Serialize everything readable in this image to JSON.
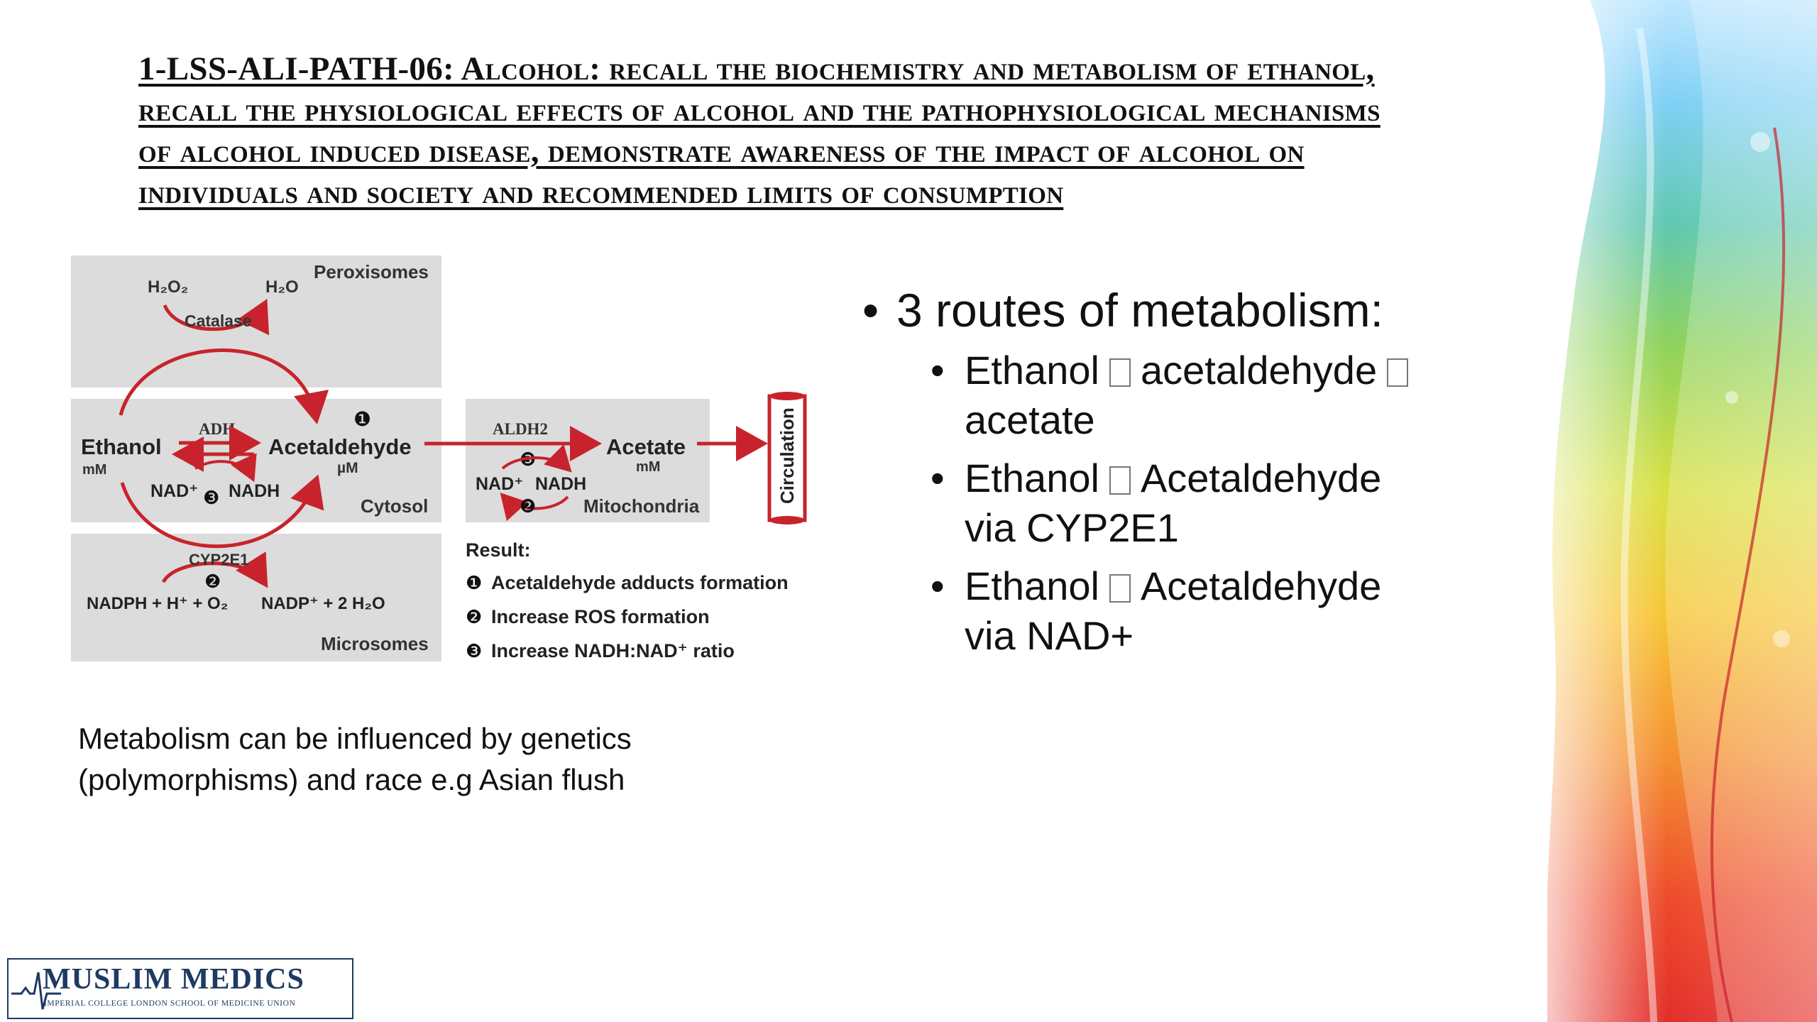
{
  "title": {
    "lines": [
      "1-LSS-ALI-PATH-06: Alcohol: recall the biochemistry and metabolism of ethanol,",
      "recall the physiological effects of alcohol and the pathophysiological mechanisms",
      "of alcohol induced disease, demonstrate awareness of the impact of alcohol on",
      "individuals and society and recommended limits of consumption"
    ]
  },
  "figure": {
    "peroxisomes": "Peroxisomes",
    "h2o2": "H₂O₂",
    "h2o": "H₂O",
    "catalase": "Catalase",
    "ethanol": "Ethanol",
    "ethanol_unit": "mM",
    "adh": "ADH",
    "acetaldehyde": "Acetaldehyde",
    "acetaldehyde_unit": "µM",
    "nad": "NAD⁺",
    "nadh": "NADH",
    "cytosol": "Cytosol",
    "aldh2": "ALDH2",
    "acetate": "Acetate",
    "acetate_unit": "mM",
    "nad_mito": "NAD⁺",
    "nadh_mito": "NADH",
    "mitochondria": "Mitochondria",
    "circulation": "Circulation",
    "cyp2e1": "CYP2E1",
    "nadph_left": "NADPH + H⁺ + O₂",
    "nadp_right": "NADP⁺ + 2 H₂O",
    "microsomes": "Microsomes",
    "result_label": "Result:",
    "num1": "❶",
    "num2": "❷",
    "num3": "❸",
    "result1": "Acetaldehyde adducts formation",
    "result2": "Increase ROS formation",
    "result3": "Increase NADH:NAD⁺ ratio",
    "accent_red": "#c8232c",
    "panel_gray": "#dcdcdc"
  },
  "bullets": {
    "heading": "3 routes of metabolism:",
    "items": [
      {
        "a": "Ethanol",
        "b": "acetaldehyde",
        "c": "acetate"
      },
      {
        "a": "Ethanol",
        "b": "Acetaldehyde",
        "c": "via CYP2E1"
      },
      {
        "a": "Ethanol",
        "b": "Acetaldehyde",
        "c": "via NAD+"
      }
    ]
  },
  "note": {
    "line1": "Metabolism can be influenced by genetics",
    "line2": "(polymorphisms) and race e.g Asian flush"
  },
  "logo": {
    "name": "MUSLIM MEDICS",
    "subtitle": "IMPERIAL COLLEGE LONDON SCHOOL OF MEDICINE UNION",
    "icon": "ecg-heartbeat-icon",
    "color": "#1e3a63"
  }
}
